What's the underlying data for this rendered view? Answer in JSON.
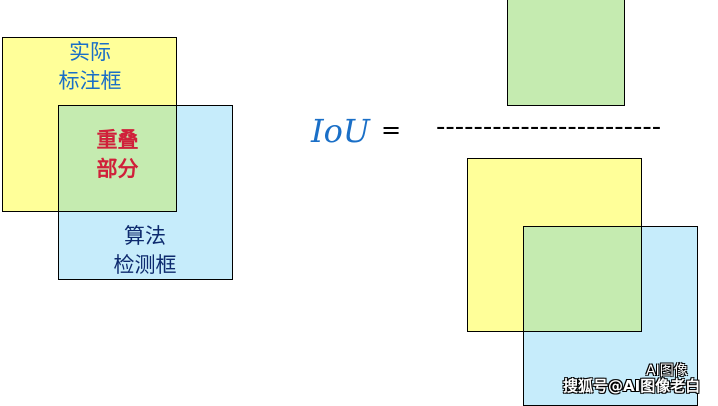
{
  "left_diagram": {
    "ground_truth_label_line1": "实际",
    "ground_truth_label_line2": "标注框",
    "overlap_label_line1": "重叠",
    "overlap_label_line2": "部分",
    "prediction_label_line1": "算法",
    "prediction_label_line2": "检测框"
  },
  "formula": {
    "lhs": "IoU",
    "equals": "=",
    "fraction_bar": "------------------------"
  },
  "watermark": {
    "line1": "AI图像",
    "line2": "搜狐号@AI图像老白"
  },
  "colors": {
    "ground_truth": "#ffff99",
    "prediction": "#c6ecfb",
    "overlap": "#c5ebb0",
    "label_blue": "#1a6fc7",
    "overlap_red": "#d0203a"
  }
}
